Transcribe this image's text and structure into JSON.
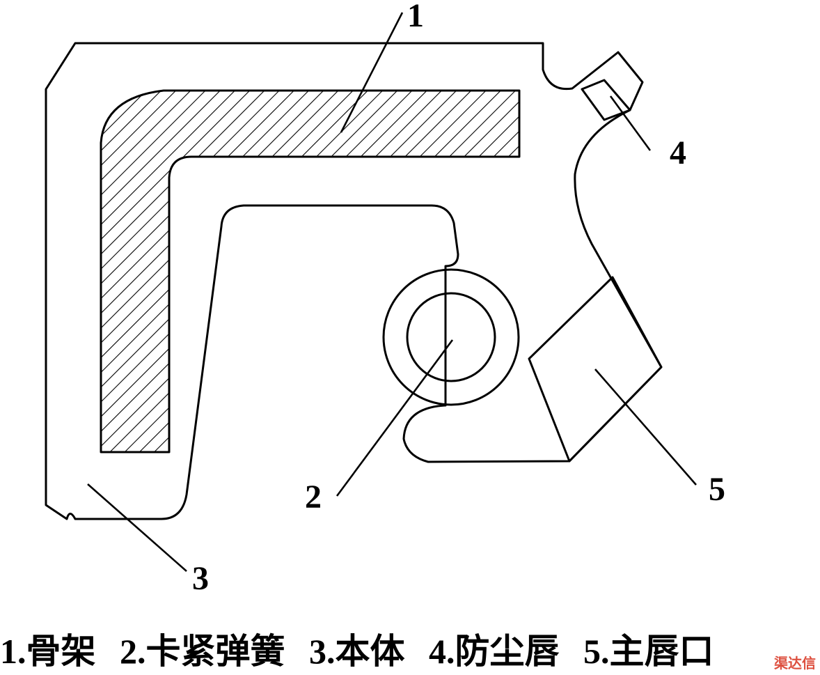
{
  "labels": {
    "n1": "1",
    "n2": "2",
    "n3": "3",
    "n4": "4",
    "n5": "5"
  },
  "caption": {
    "item1": "1.骨架",
    "item2": "2.卡紧弹簧",
    "item3": "3.本体",
    "item4": "4.防尘唇",
    "item5": "5.主唇口"
  },
  "watermark": "渠达信",
  "colors": {
    "stroke": "#000000",
    "background": "#ffffff",
    "watermark": "#d8321e"
  }
}
